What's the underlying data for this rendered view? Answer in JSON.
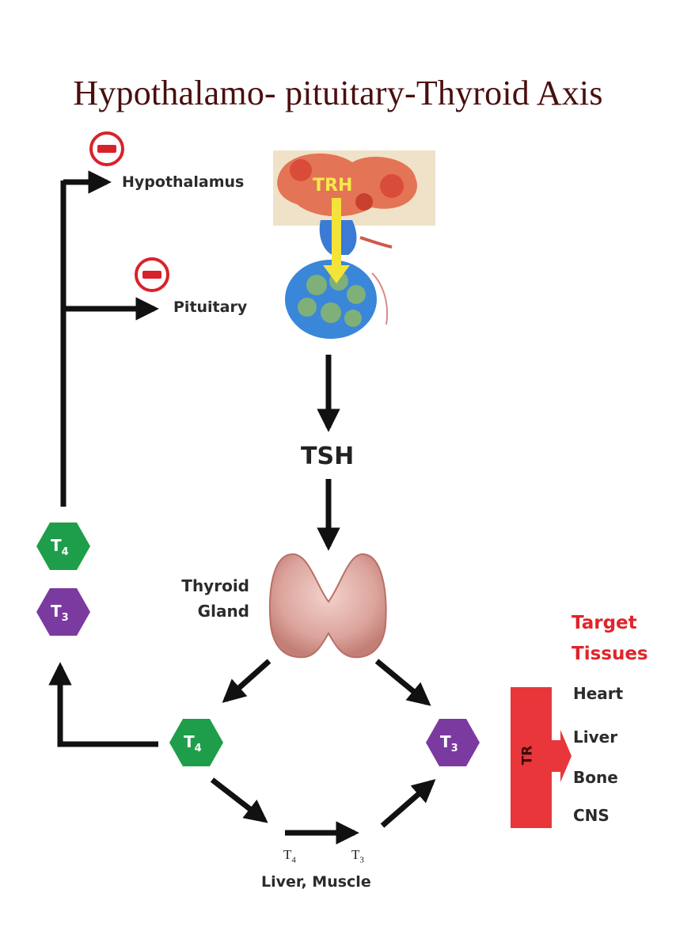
{
  "title": "Hypothalamo- pituitary-Thyroid Axis",
  "labels": {
    "hypothalamus": "Hypothalamus",
    "pituitary": "Pituitary",
    "trh": "TRH",
    "tsh": "TSH",
    "thyroid_line1": "Thyroid",
    "thyroid_line2": "Gland",
    "target_line1": "Target",
    "target_line2": "Tissues",
    "tr": "TR",
    "liver_muscle": "Liver, Muscle"
  },
  "hormones": {
    "t4_main": "T",
    "t4_sub": "4",
    "t3_main": "T",
    "t3_sub": "3"
  },
  "target_tissues": [
    "Heart",
    "Liver",
    "Bone",
    "CNS"
  ],
  "colors": {
    "title": "#4a0e0e",
    "t4_hexagon": "#1e9e4a",
    "t3_hexagon": "#7b3aa0",
    "tr_bar": "#e8363a",
    "target_heading": "#e0242b",
    "inhibition": "#d8222a",
    "trh_arrow": "#f4e43a"
  }
}
